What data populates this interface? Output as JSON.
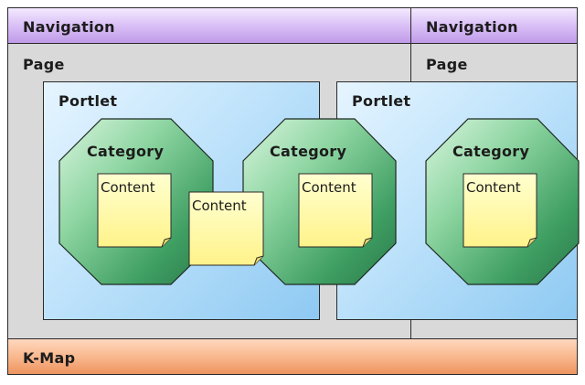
{
  "diagram": {
    "navigation_left": "Navigation",
    "navigation_right": "Navigation",
    "page_left": "Page",
    "page_right": "Page",
    "portlet_left": "Portlet",
    "portlet_right": "Portlet",
    "category_1": "Category",
    "category_2": "Category",
    "category_3": "Category",
    "content_1": "Content",
    "content_shared": "Content",
    "content_2": "Content",
    "content_3": "Content",
    "kmap": "K-Map"
  },
  "colors": {
    "navigation": "#c09ae8",
    "page": "#d9d9d9",
    "portlet": "#bfe3fb",
    "category": "#2f9a5c",
    "content_note": "#ffffa8",
    "kmap": "#f8b589"
  }
}
